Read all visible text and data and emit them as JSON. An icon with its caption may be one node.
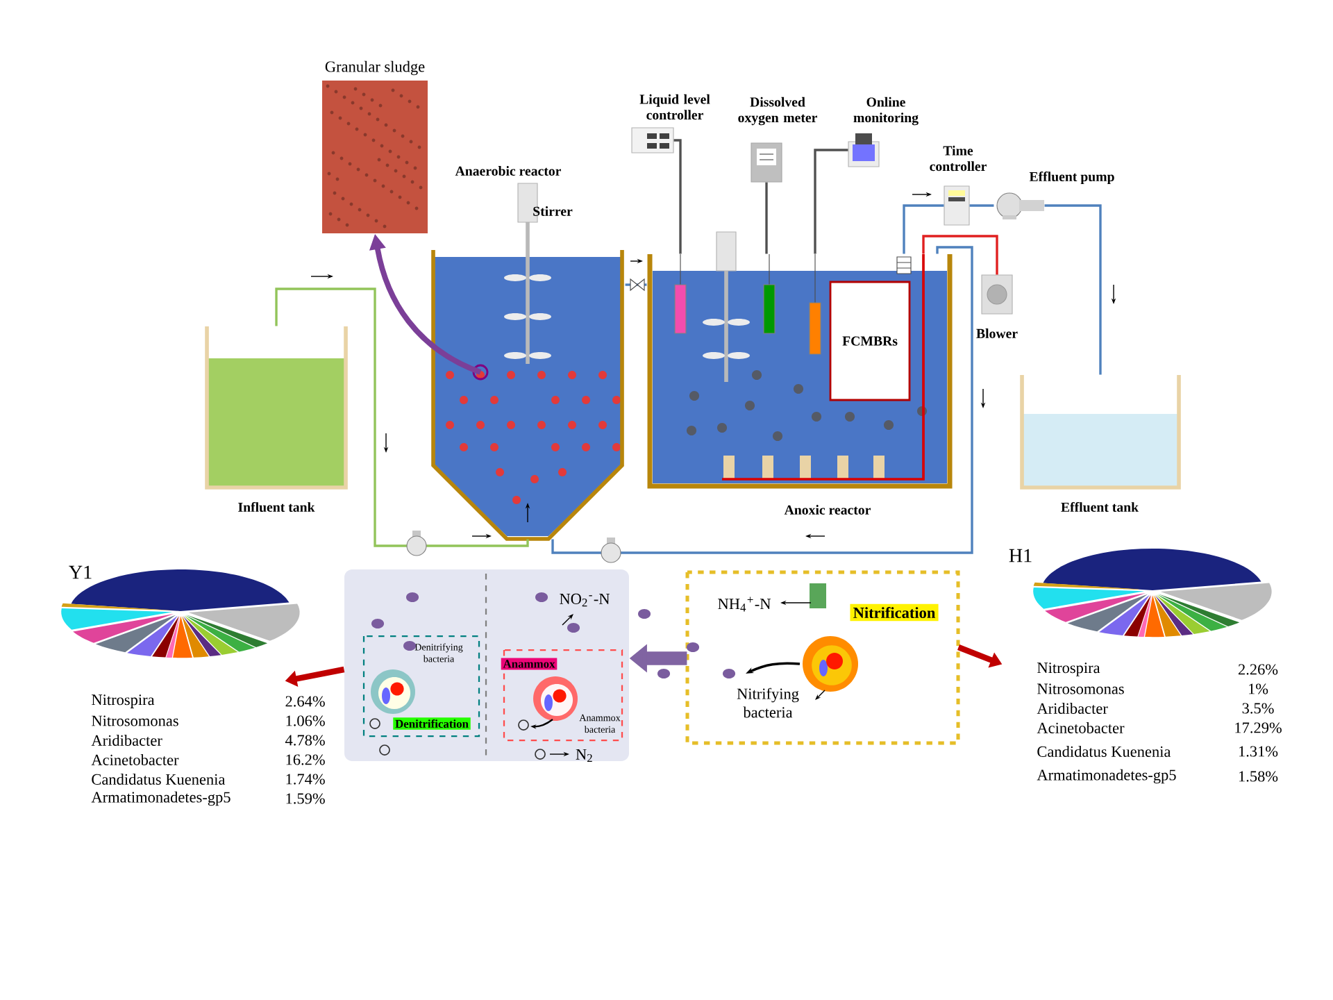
{
  "diagram": {
    "nodes": [
      {
        "text": [
          "Granular sludge"
        ]
      },
      {
        "text": [
          "Influent tank"
        ]
      },
      {
        "text": [
          "Anaerobic reactor"
        ]
      },
      {
        "text": [
          "Anoxic reactor"
        ]
      },
      {
        "text": [
          "FCMBRs"
        ],
        "in": 3
      },
      {
        "text": [
          "Liquid level controller"
        ]
      },
      {
        "text": [
          "Dissolved oxygen meter"
        ]
      },
      {
        "text": [
          "Online monitoring"
        ]
      },
      {
        "text": [
          "Time controller"
        ]
      },
      {
        "text": [
          "Effluent pump"
        ]
      },
      {
        "text": [
          "Blower"
        ]
      },
      {
        "text": [
          "Effluent tank"
        ]
      },
      {
        "text": [
          "Y1"
        ]
      },
      {
        "text": [
          "H1"
        ]
      },
      {
        "text": [],
        "shape": "box"
      },
      {
        "text": [
          "Denitrifying bacteria",
          "Denitrification"
        ],
        "in": 14
      },
      {
        "text": [
          "Anammox",
          "Anammox bacteria"
        ],
        "in": 14
      },
      {
        "text": [
          "Nitrification",
          "Nitrifying bacteria"
        ]
      }
    ],
    "edges": [
      {
        "from": 1,
        "to": 2,
        "arrow": "none",
        "color": "#92c45a"
      },
      {
        "from": 2,
        "to": 3,
        "arrow": "none"
      },
      {
        "from": 3,
        "to": 8,
        "arrow": "none"
      },
      {
        "from": 8,
        "to": 9,
        "arrow": "none"
      },
      {
        "from": 9,
        "to": 11,
        "arrow": "none"
      },
      {
        "from": 10,
        "to": 3,
        "arrow": "none",
        "color": "#e02020"
      },
      {
        "from": 3,
        "to": 2,
        "arrow": "none"
      },
      {
        "from": 2,
        "to": 0,
        "arrow": "to",
        "style": "thick",
        "color": "#7b3f98"
      },
      {
        "from": 5,
        "to": 3,
        "arrow": "none",
        "color": "#505050"
      },
      {
        "from": 6,
        "to": 3,
        "arrow": "none",
        "color": "#505050"
      },
      {
        "from": 7,
        "to": 3,
        "arrow": "none",
        "color": "#505050"
      },
      {
        "from": 17,
        "to": 14,
        "arrow": "to",
        "style": "thick",
        "color": "#8064a2"
      },
      {
        "from": 14,
        "to": 12,
        "arrow": "to",
        "style": "thick",
        "color": "#c00000"
      },
      {
        "from": 17,
        "to": 13,
        "arrow": "to",
        "style": "thick",
        "color": "#c00000"
      }
    ],
    "labels": [
      "Stirrer",
      "NO$_{2}$$^{-}$-N",
      "NH$_{4}$$^{+}$-N",
      "N$_{2}$",
      "Nitrospira",
      "2.64%",
      "Nitrosomonas",
      "1.06%",
      "Aridibacter",
      "4.78%",
      "Acinetobacter",
      "16.2%",
      "Candidatus Kuenenia",
      "1.74%",
      "Armatimonadetes-gp5",
      "1.59%",
      "Nitrospira",
      "2.26%",
      "Nitrosomonas",
      "1%",
      "Aridibacter",
      "3.5%",
      "Acinetobacter",
      "17.29%",
      "Candidatus Kuenenia",
      "1.31%",
      "Armatimonadetes-gp5",
      "1.58%"
    ]
  }
}
